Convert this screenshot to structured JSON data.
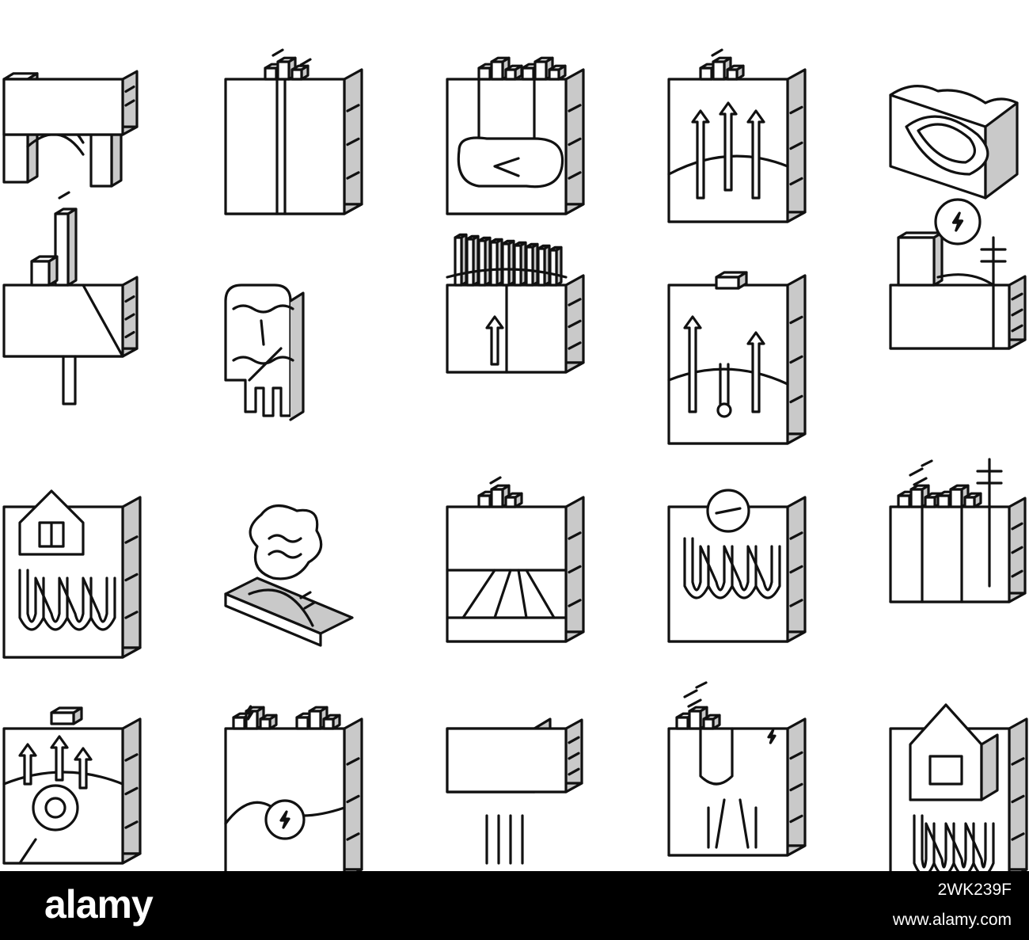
{
  "footer": {
    "brand": "alamy",
    "image_id": "2WK239F",
    "website": "www.alamy.com"
  },
  "colors": {
    "line": "#111111",
    "shade": "#c9c9c9",
    "paper": "#ffffff",
    "bar": "#000000"
  },
  "icons": [
    {
      "name": "geothermal-power-plant-icon",
      "kind": "plant"
    },
    {
      "name": "geothermal-well-pipes-icon",
      "kind": "pipes"
    },
    {
      "name": "underground-reservoir-flow-icon",
      "kind": "reservoir"
    },
    {
      "name": "heat-rising-arrows-icon",
      "kind": "arrows3"
    },
    {
      "name": "geothermal-field-terrain-icon",
      "kind": "terrain"
    },
    {
      "name": "drilling-rig-icon",
      "kind": "rig"
    },
    {
      "name": "ground-temperature-probe-icon",
      "kind": "probe"
    },
    {
      "name": "cooling-tower-arrow-icon",
      "kind": "tower"
    },
    {
      "name": "thermometer-heat-flow-icon",
      "kind": "thermo"
    },
    {
      "name": "electricity-substation-icon",
      "kind": "substation"
    },
    {
      "name": "house-heat-loop-icon",
      "kind": "houseloop"
    },
    {
      "name": "geyser-steam-icon",
      "kind": "geyser"
    },
    {
      "name": "magma-layers-icon",
      "kind": "layers"
    },
    {
      "name": "heat-pump-loop-icon",
      "kind": "pumploop"
    },
    {
      "name": "steam-power-line-icon",
      "kind": "powerline"
    },
    {
      "name": "heat-exchange-gear-icon",
      "kind": "gear"
    },
    {
      "name": "energy-generation-icon",
      "kind": "energy"
    },
    {
      "name": "ground-source-heat-icon",
      "kind": "groundsource"
    },
    {
      "name": "steam-vent-plant-icon",
      "kind": "vent"
    },
    {
      "name": "home-geothermal-system-icon",
      "kind": "home"
    }
  ]
}
